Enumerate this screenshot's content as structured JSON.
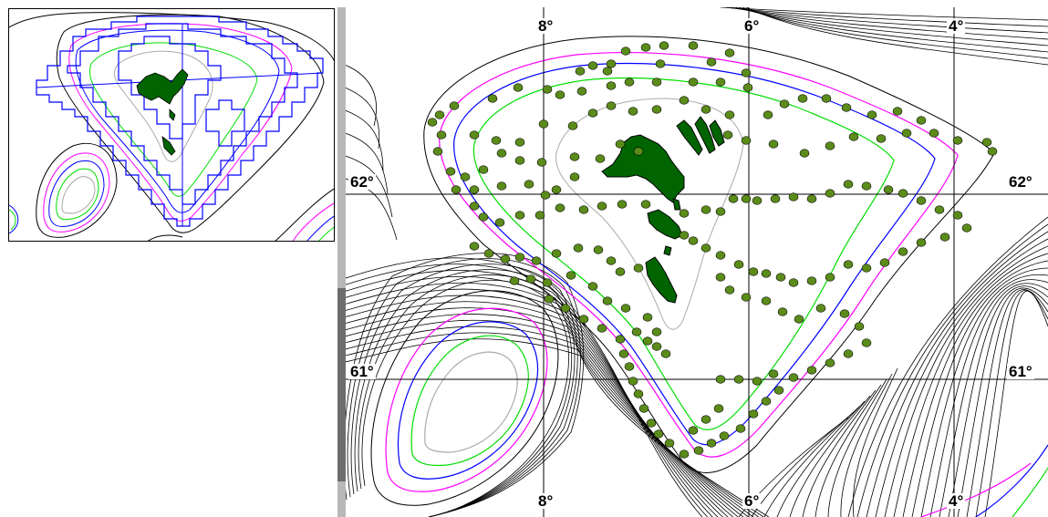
{
  "colors": {
    "depth_contour": "#000000",
    "shelf_contour_1": "#ff00ff",
    "shelf_contour_2": "#0000ff",
    "shelf_contour_3": "#00ff00",
    "shallow_contour": "#aaaaaa",
    "land": "#006400",
    "station": "#5b8c1a",
    "grid_box_outline": "#0000ff"
  },
  "icons": {
    "station": "dot-icon",
    "land": "island-shape"
  },
  "main_map": {
    "longitude_labels_top": [
      "8°",
      "6°",
      "4°"
    ],
    "longitude_labels_bottom": [
      "8°",
      "6°",
      "4°"
    ],
    "latitude_labels_left": [
      "62°",
      "61°"
    ],
    "latitude_labels_right": [
      "62°",
      "61°"
    ]
  }
}
